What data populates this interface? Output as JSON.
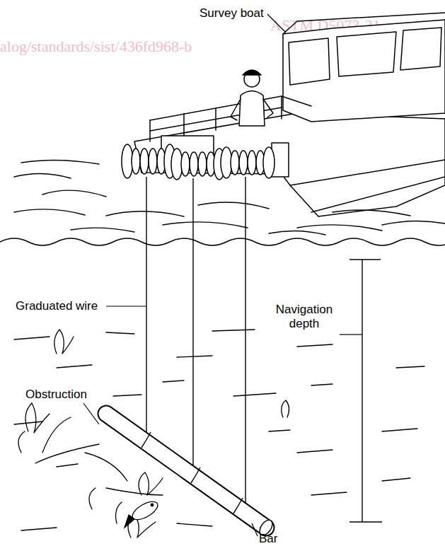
{
  "diagram": {
    "labels": [
      "ASTM D5073-21",
      "alog/standards/sist/436fd968-b",
      "Survey boat",
      "Graduated wire",
      "Navigation depth",
      "Obstruction",
      "Bar"
    ]
  }
}
